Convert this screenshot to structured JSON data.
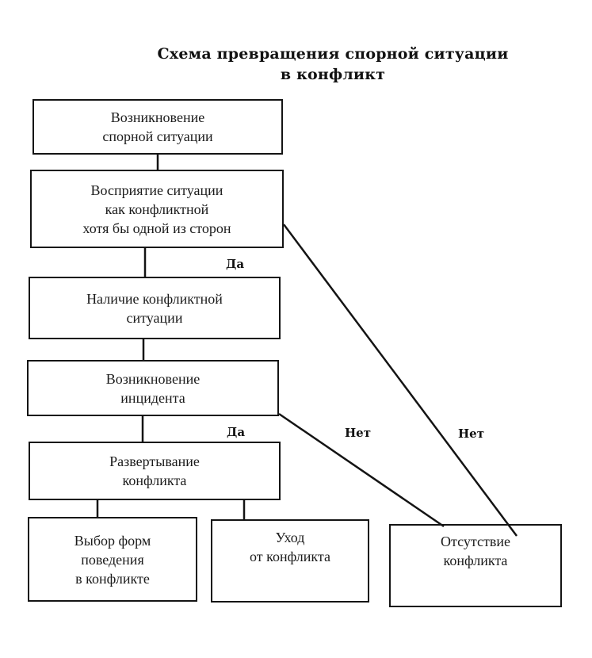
{
  "title": {
    "line1": "Схема превращения спорной ситуации",
    "line2": "в конфликт"
  },
  "nodes": {
    "dispute_emergence": [
      "Возникновение",
      "спорной ситуации"
    ],
    "perception": [
      "Восприятие ситуации",
      "как конфликтной",
      "хотя бы одной из сторон"
    ],
    "conflict_situation": [
      "Наличие конфликтной",
      "ситуации"
    ],
    "incident": [
      "Возникновение",
      "инцидента"
    ],
    "development": [
      "Развертывание",
      "конфликта"
    ],
    "behavior_choice": [
      "Выбор форм",
      "поведения",
      "в конфликте"
    ],
    "withdrawal": [
      "Уход",
      "от конфликта"
    ],
    "no_conflict": [
      "Отсутствие",
      "конфликта"
    ]
  },
  "edge_labels": {
    "yes_1": "Да",
    "yes_2": "Да",
    "no_1": "Нет",
    "no_2": "Нет"
  }
}
